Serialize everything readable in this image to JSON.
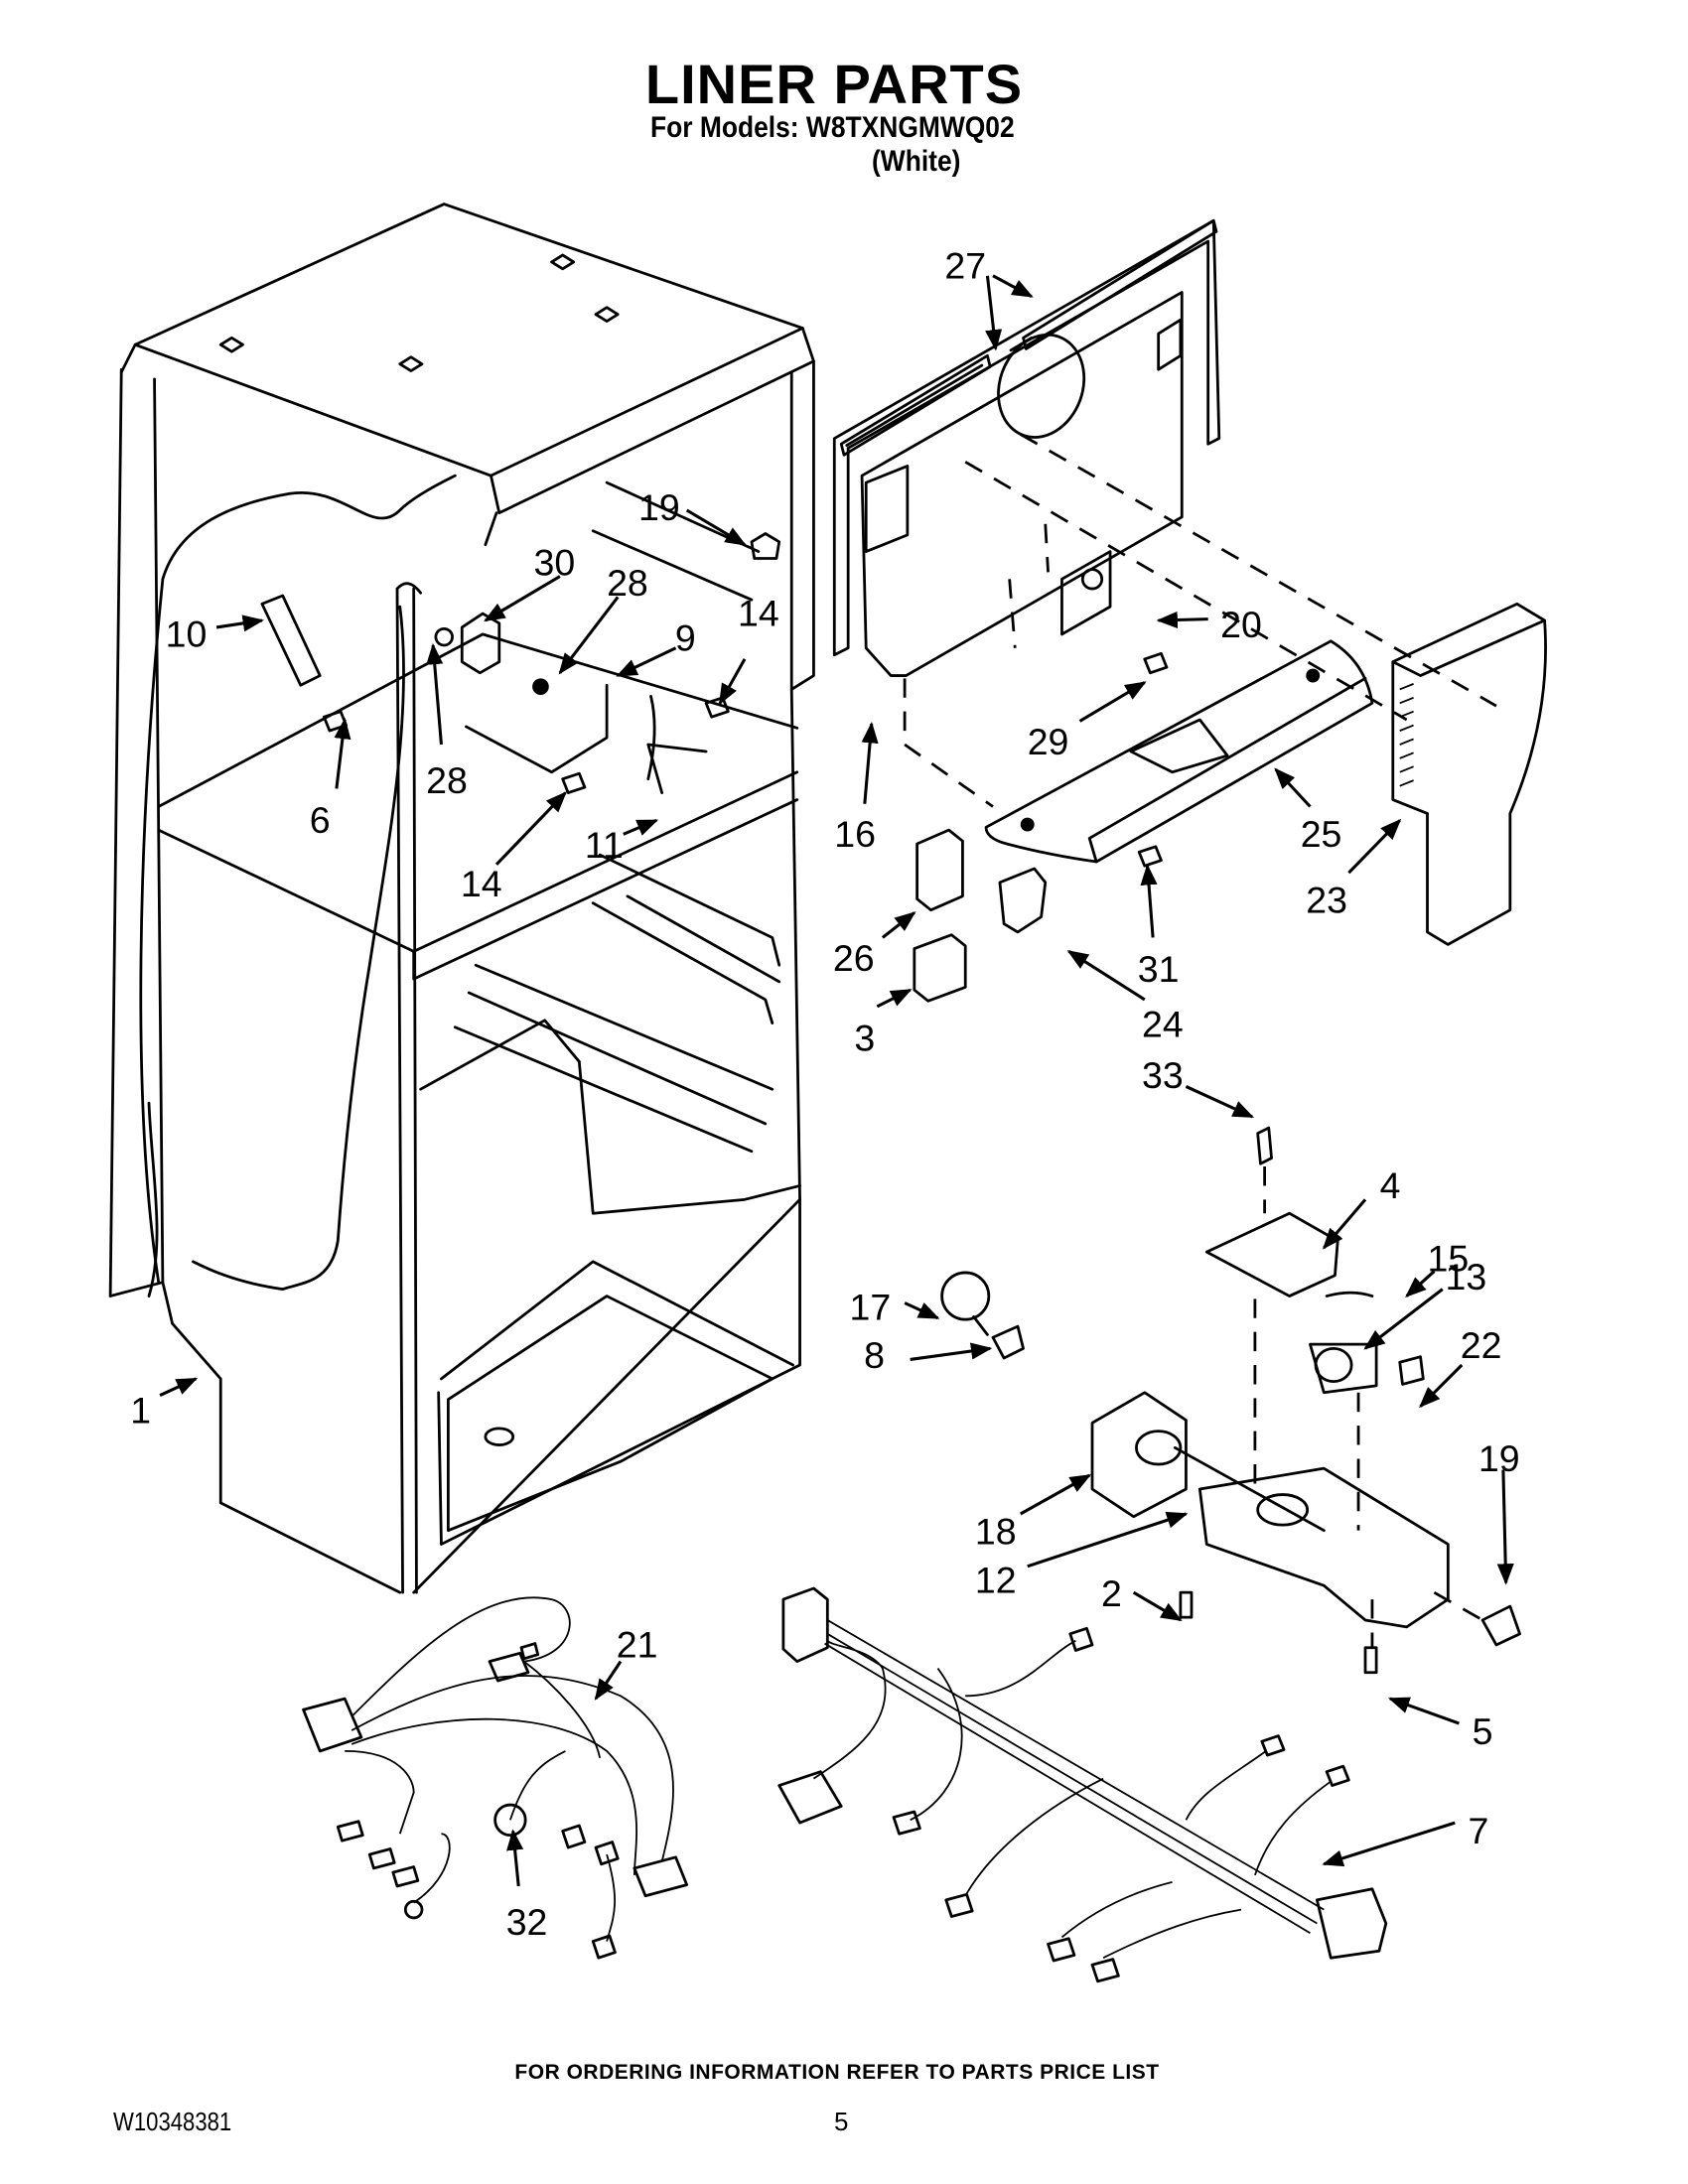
{
  "header": {
    "title": "LINER PARTS",
    "subtitle": "For Models: W8TXNGMWQ02",
    "color_variant": "(White)"
  },
  "footer": {
    "ordering_note": "FOR ORDERING INFORMATION REFER TO PARTS PRICE LIST",
    "document_number": "W10348381",
    "page_number": "5"
  },
  "callouts": [
    {
      "id": "c27",
      "label": "27",
      "part": "breaker-trim-strips"
    },
    {
      "id": "c19a",
      "label": "19",
      "part": "light-socket-clip-upper"
    },
    {
      "id": "c30",
      "label": "30",
      "part": "fan-motor"
    },
    {
      "id": "c28a",
      "label": "28",
      "part": "fan-grommet-right"
    },
    {
      "id": "c10",
      "label": "10",
      "part": "bracket"
    },
    {
      "id": "c9",
      "label": "9",
      "part": "fan-motor-bracket"
    },
    {
      "id": "c14a",
      "label": "14",
      "part": "screw-right"
    },
    {
      "id": "c6",
      "label": "6",
      "part": "screw-left"
    },
    {
      "id": "c28b",
      "label": "28",
      "part": "fan-grommet-left"
    },
    {
      "id": "c11",
      "label": "11",
      "part": "fan-blade"
    },
    {
      "id": "c14b",
      "label": "14",
      "part": "screw-lower"
    },
    {
      "id": "c20",
      "label": "20",
      "part": "cover-plate"
    },
    {
      "id": "c29",
      "label": "29",
      "part": "screw-cover"
    },
    {
      "id": "c16",
      "label": "16",
      "part": "rear-panel"
    },
    {
      "id": "c25",
      "label": "25",
      "part": "air-diffuser"
    },
    {
      "id": "c23",
      "label": "23",
      "part": "air-duct"
    },
    {
      "id": "c26",
      "label": "26",
      "part": "connector-housing"
    },
    {
      "id": "c31",
      "label": "31",
      "part": "screw-diffuser"
    },
    {
      "id": "c3",
      "label": "3",
      "part": "clip"
    },
    {
      "id": "c24",
      "label": "24",
      "part": "bracket-connector"
    },
    {
      "id": "c33",
      "label": "33",
      "part": "screw-board"
    },
    {
      "id": "c4",
      "label": "4",
      "part": "control-board"
    },
    {
      "id": "c15",
      "label": "15",
      "part": "gasket-ring"
    },
    {
      "id": "c13",
      "label": "13",
      "part": "thermostat"
    },
    {
      "id": "c17",
      "label": "17",
      "part": "light-bulb"
    },
    {
      "id": "c22",
      "label": "22",
      "part": "knob"
    },
    {
      "id": "c8",
      "label": "8",
      "part": "light-socket"
    },
    {
      "id": "c1",
      "label": "1",
      "part": "liner"
    },
    {
      "id": "c19b",
      "label": "19",
      "part": "light-socket-clip-lower"
    },
    {
      "id": "c18",
      "label": "18",
      "part": "light-shield"
    },
    {
      "id": "c12",
      "label": "12",
      "part": "control-housing"
    },
    {
      "id": "c2",
      "label": "2",
      "part": "push-pin"
    },
    {
      "id": "c21",
      "label": "21",
      "part": "wire-harness-upper"
    },
    {
      "id": "c5",
      "label": "5",
      "part": "screw-housing"
    },
    {
      "id": "c7",
      "label": "7",
      "part": "wire-harness-main"
    },
    {
      "id": "c32",
      "label": "32",
      "part": "thermistor"
    }
  ]
}
